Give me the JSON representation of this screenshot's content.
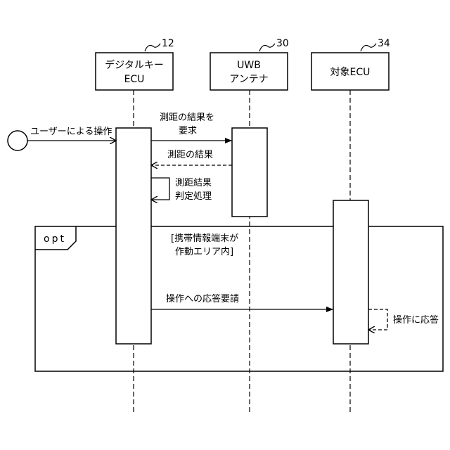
{
  "participants": [
    {
      "name_line1": "デジタルキー",
      "name_line2": "ECU",
      "ref": "12"
    },
    {
      "name_line1": "UWB",
      "name_line2": "アンテナ",
      "ref": "30"
    },
    {
      "name_line1": "対象ECU",
      "name_line2": "",
      "ref": "34"
    }
  ],
  "messages": {
    "user_operation": "ユーザーによる操作",
    "request_line1": "測距の結果を",
    "request_line2": "要求",
    "result": "測距の結果",
    "judge_line1": "測距結果",
    "judge_line2": "判定処理",
    "response_request": "操作への応答要請",
    "respond": "操作に応答"
  },
  "fragment": {
    "operator": "opt",
    "guard_line1": "[携帯情報端末が",
    "guard_line2": "作動エリア内]"
  }
}
